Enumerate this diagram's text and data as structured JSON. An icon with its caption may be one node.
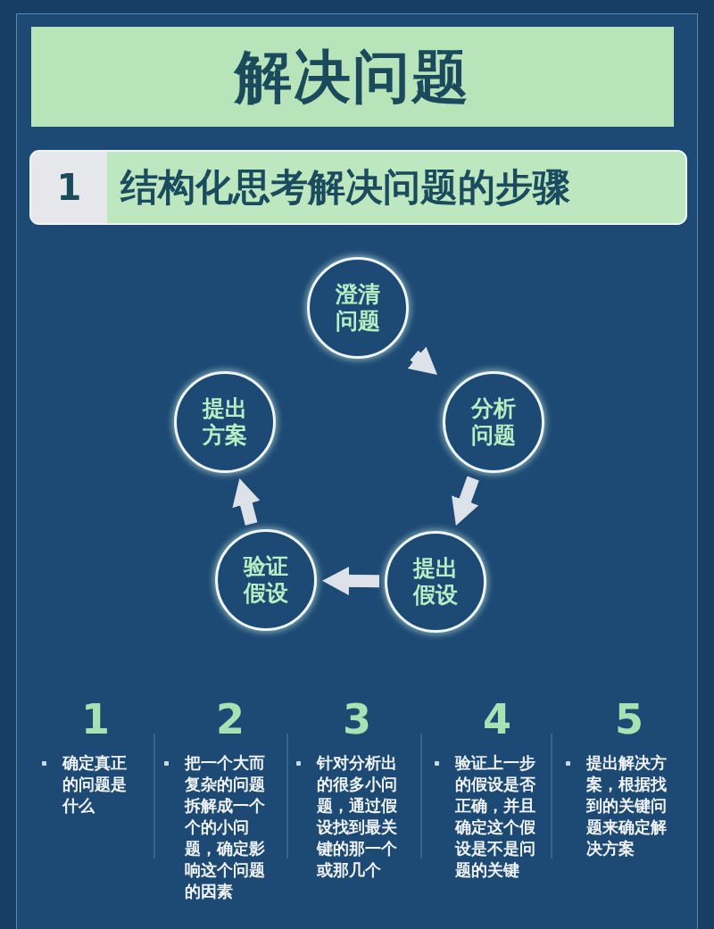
{
  "diagram": {
    "title": "解决问题",
    "nodes": [
      {
        "text": [
          "1",
          "结构化思考解决问题的步骤"
        ]
      },
      {
        "text": [
          "澄清问题"
        ]
      },
      {
        "text": [
          "分析问题"
        ]
      },
      {
        "text": [
          "提出假设"
        ]
      },
      {
        "text": [
          "验证假设"
        ]
      },
      {
        "text": [
          "提出方案"
        ]
      }
    ],
    "edges": [
      {
        "from": 1,
        "to": 2,
        "arrow": "to"
      },
      {
        "from": 2,
        "to": 3,
        "arrow": "to"
      },
      {
        "from": 3,
        "to": 4,
        "arrow": "to"
      },
      {
        "from": 4,
        "to": 5,
        "arrow": "to"
      }
    ],
    "labels": [
      "1",
      "确定真正的问题是什么",
      "2",
      "把一个大而复杂的问题拆解成一个个的小问题，确定影响这个问题的因素",
      "3",
      "针对分析出的很多小问题，通过假设找到最关键的那一个或那几个",
      "4",
      "验证上一步的假设是否正确，并且确定这个假设是不是问题的关键",
      "5",
      "提出解决方案，根据找到的关键问题来确定解决方案"
    ]
  }
}
